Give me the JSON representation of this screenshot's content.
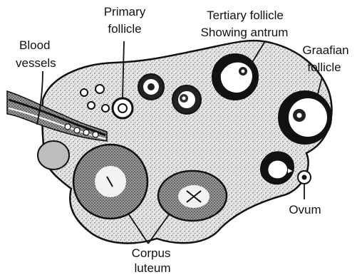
{
  "diagram": {
    "labels": {
      "primary_follicle": [
        "Primary",
        "follicle"
      ],
      "tertiary_follicle": [
        "Tertiary follicle",
        "Showing antrum"
      ],
      "blood_vessels": [
        "Blood",
        "vessels"
      ],
      "graafian_follicle": [
        "Graafian",
        "follicle"
      ],
      "ovum": [
        "Ovum"
      ],
      "corpus_luteum": [
        "Corpus",
        "luteum"
      ]
    }
  },
  "colors": {
    "ink": "#111111",
    "stroma": "#cfcfcf",
    "background": "#ffffff"
  }
}
